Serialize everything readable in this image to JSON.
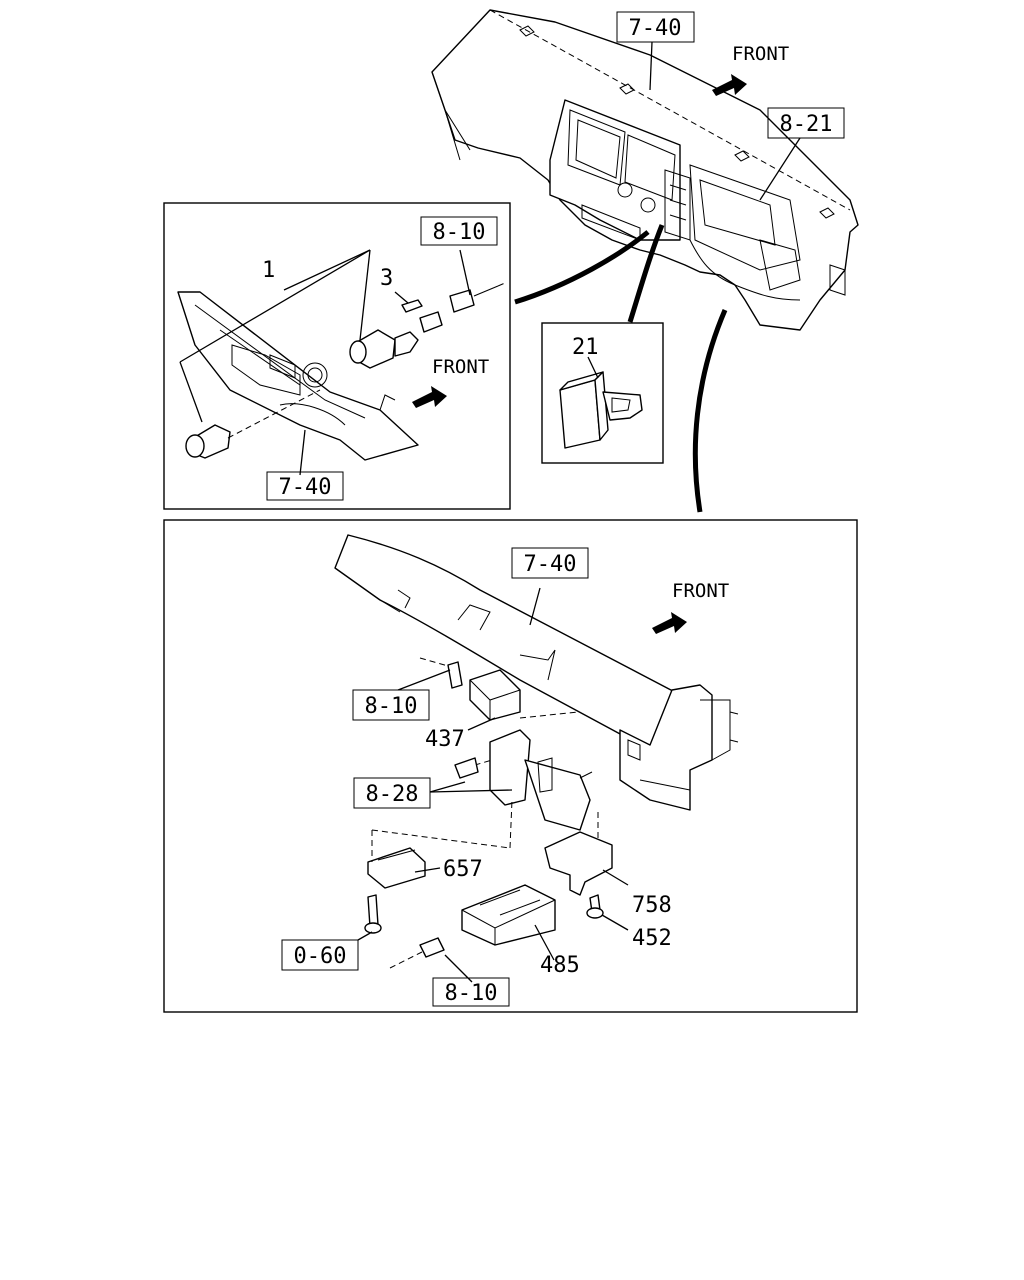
{
  "top_view": {
    "ref_dash": "7-40",
    "ref_cluster": "8-21",
    "front_label": "FRONT"
  },
  "lighter_panel": {
    "ref_wire": "8-10",
    "ref_trim": "7-40",
    "callout_lighter": "1",
    "callout_element": "3",
    "front_label": "FRONT"
  },
  "switch_panel": {
    "callout_switch": "21"
  },
  "bracket_panel": {
    "ref_beam": "7-40",
    "ref_wire_upper": "8-10",
    "ref_bracket_bolt": "8-28",
    "ref_screw": "0-60",
    "ref_wire_lower": "8-10",
    "callout_relay": "437",
    "callout_module": "657",
    "callout_bracket": "758",
    "callout_bolt": "452",
    "callout_unit": "485",
    "front_label": "FRONT"
  }
}
